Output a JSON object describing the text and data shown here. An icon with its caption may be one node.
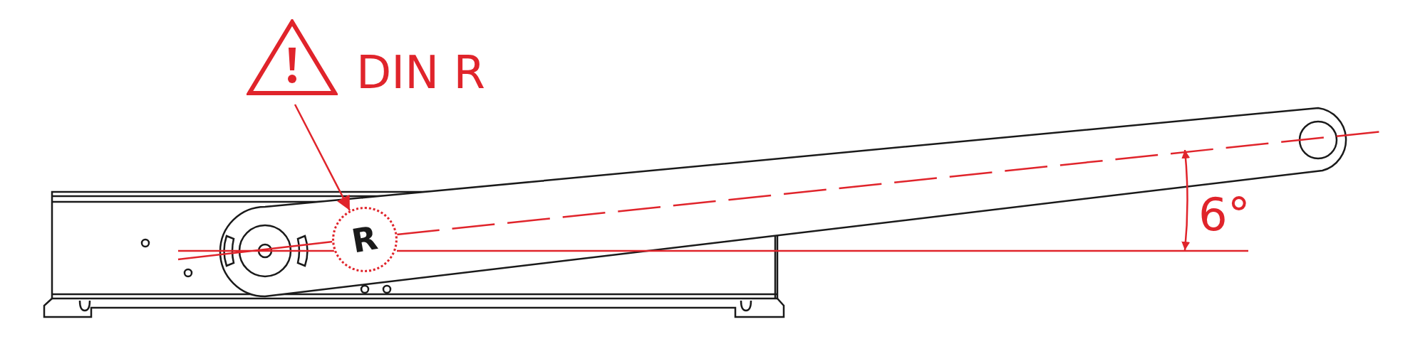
{
  "diagram": {
    "nodes": [
      {
        "text": [],
        "shape": "triangle"
      },
      {
        "text": [
          "R"
        ]
      }
    ],
    "edges": [
      {
        "from": 0,
        "to": 1,
        "arrow": "to"
      }
    ],
    "labels": [
      "DIN R",
      "6°"
    ]
  }
}
